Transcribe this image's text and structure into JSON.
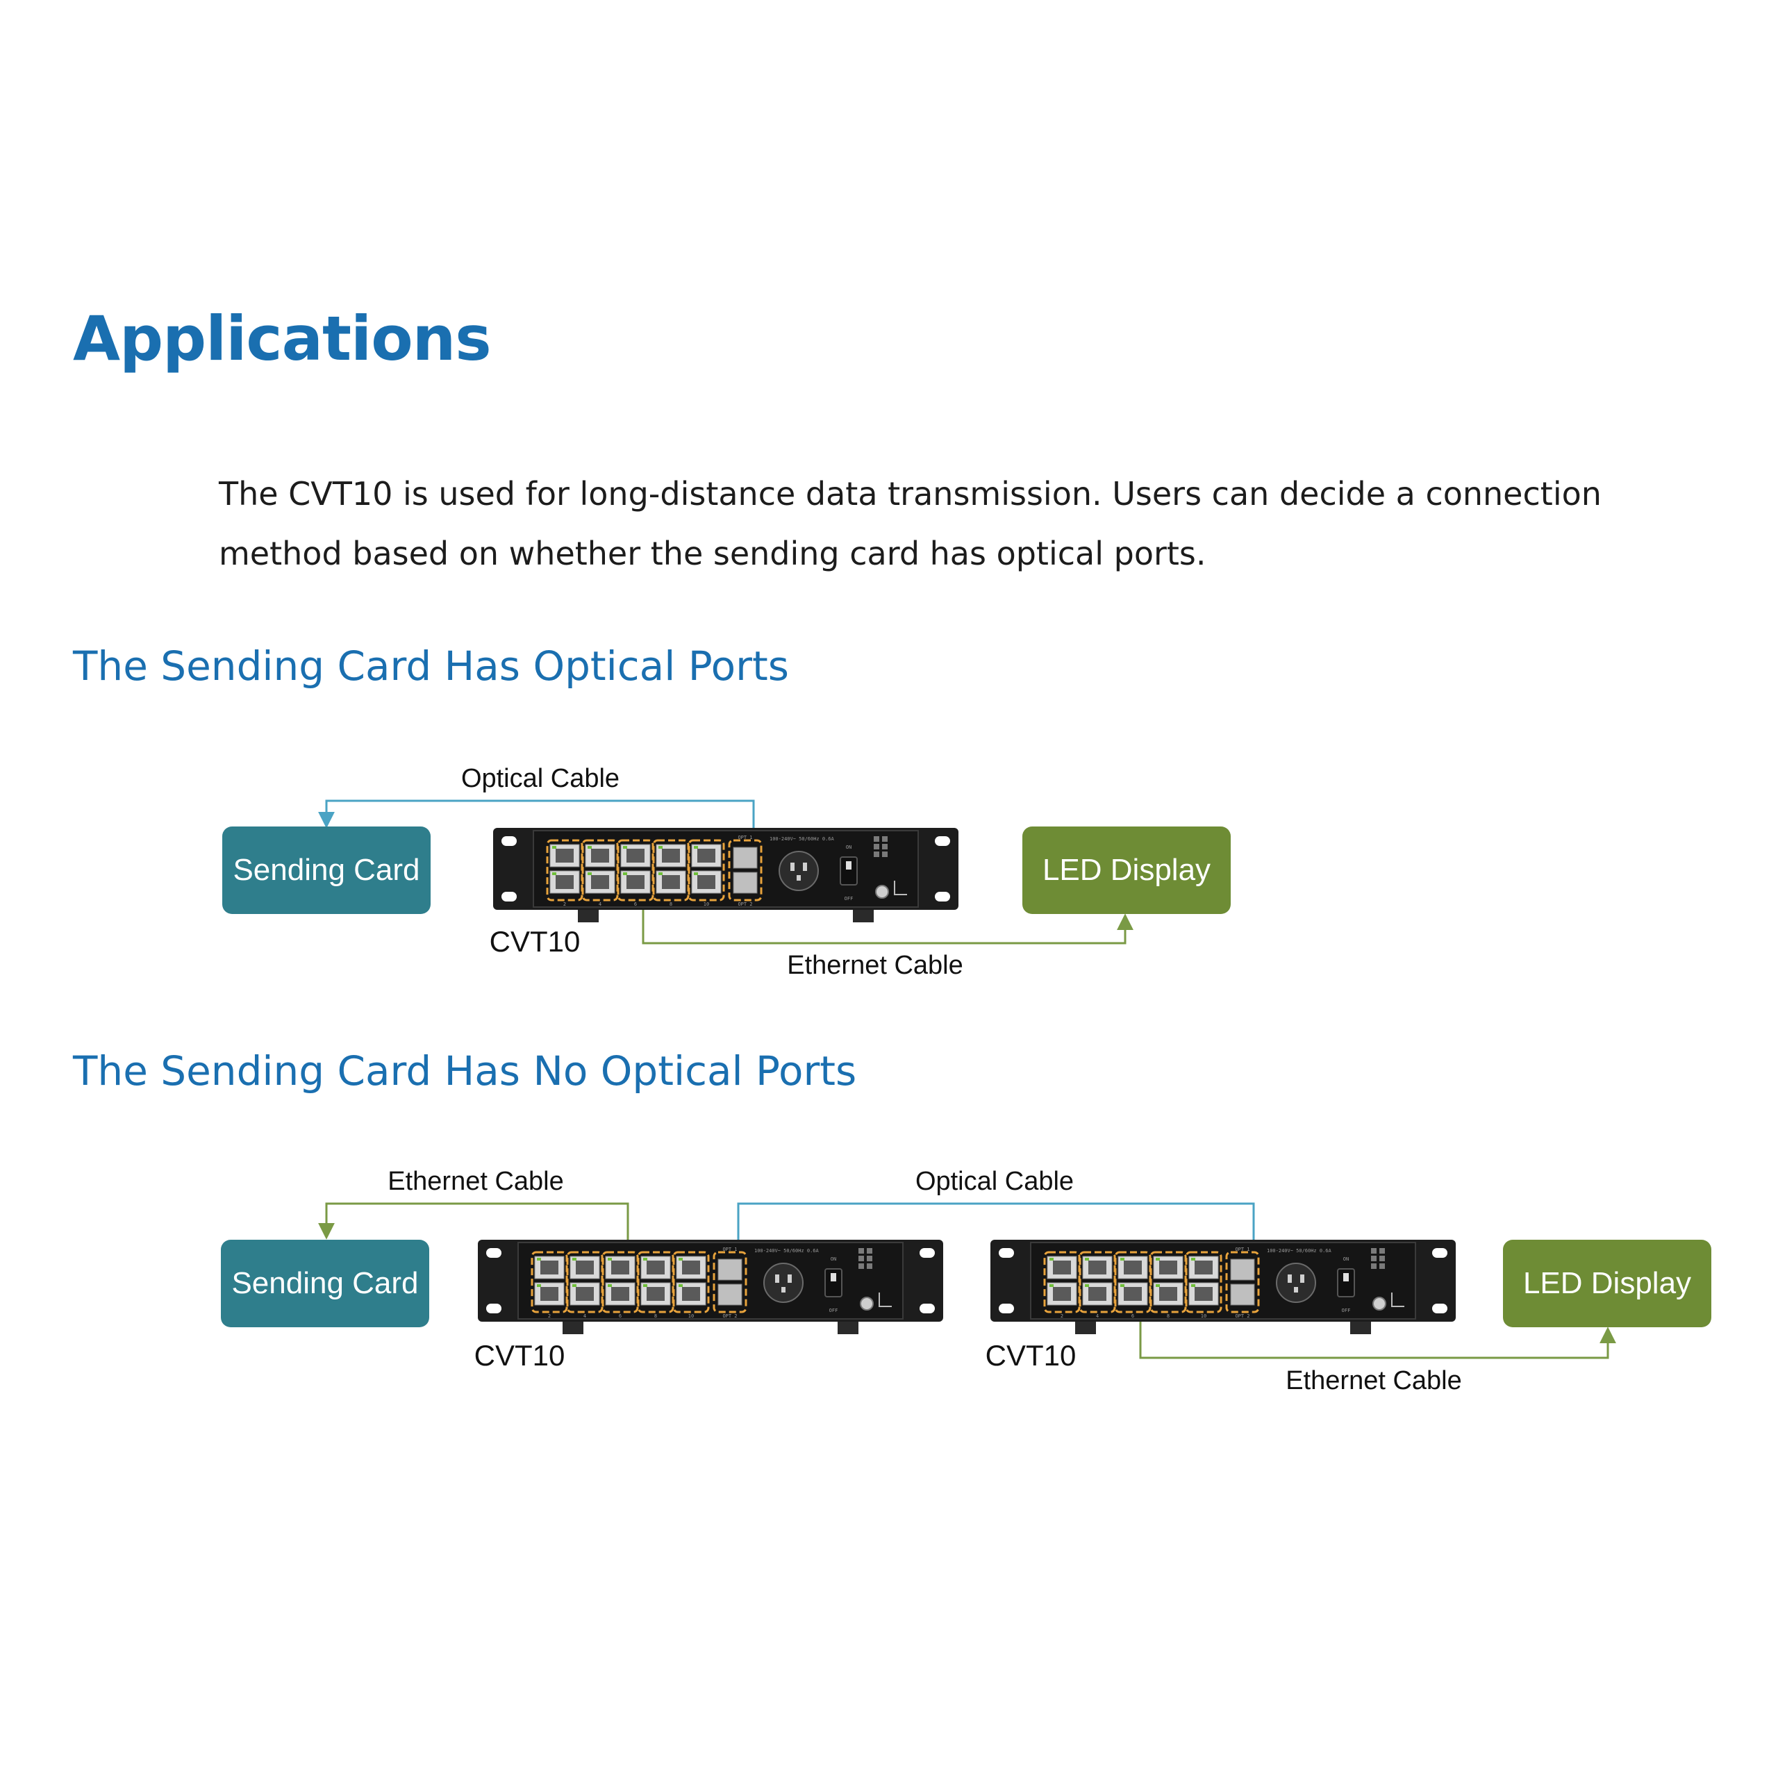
{
  "page": {
    "title": "Applications",
    "intro": "The CVT10 is used for long-distance data transmission. Users can decide a connection method based on whether the sending card has optical ports."
  },
  "sections": [
    {
      "heading": "The Sending Card Has Optical Ports",
      "sending_card": "Sending Card",
      "device": "CVT10",
      "led_display": "LED Display",
      "optical_cable": "Optical Cable",
      "ethernet_cable": "Ethernet Cable"
    },
    {
      "heading": "The Sending Card Has No Optical Ports",
      "sending_card": "Sending Card",
      "device_a": "CVT10",
      "device_b": "CVT10",
      "led_display": "LED Display",
      "ethernet_cable_top": "Ethernet Cable",
      "optical_cable": "Optical Cable",
      "ethernet_cable_bottom": "Ethernet Cable"
    }
  ],
  "colors": {
    "title_blue": "#1a6fb0",
    "sending_card": "#2f7e8c",
    "led_display": "#6e8c35",
    "optical_line": "#4aa3c4",
    "ethernet_line": "#7a9a45",
    "device_body": "#1d1d1d",
    "port_highlight": "#e8a33c"
  },
  "device_panel": {
    "power_rating": "100-240V~ 50/60Hz 0.6A",
    "switch_on": "ON",
    "switch_off": "OFF",
    "optical_port_1": "OPT 1",
    "optical_port_2": "OPT 2",
    "port_numbers": [
      "2",
      "4",
      "6",
      "8",
      "10"
    ]
  }
}
